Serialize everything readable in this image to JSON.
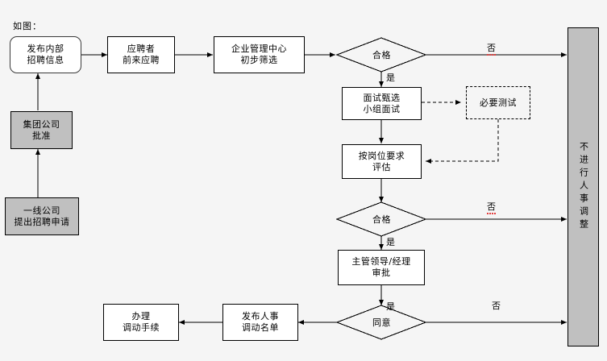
{
  "page": {
    "caption": "如图：",
    "background_color": "#f5f5f5",
    "line_color": "#000000",
    "fill_gray": "#c0c0c0",
    "fill_white": "#ffffff"
  },
  "nodes": {
    "publish_internal": {
      "line1": "发布内部",
      "line2": "招聘信息",
      "shape": "rounded-rectangle",
      "fill": "#ffffff"
    },
    "applicants_apply": {
      "line1": "应聘者",
      "line2": "前来应聘",
      "shape": "rectangle",
      "fill": "#ffffff"
    },
    "center_screening": {
      "line1": "企业管理中心",
      "line2": "初步筛选",
      "shape": "rectangle",
      "fill": "#ffffff"
    },
    "group_approval": {
      "line1": "集团公司",
      "line2": "批准",
      "shape": "rectangle",
      "fill": "#c0c0c0"
    },
    "frontline_request": {
      "line1": "一线公司",
      "line2": "提出招聘申请",
      "shape": "rectangle",
      "fill": "#c0c0c0"
    },
    "interview_panel": {
      "line1": "面试甄选",
      "line2": "小组面试",
      "shape": "rectangle",
      "fill": "#ffffff"
    },
    "necessary_test": {
      "line1": "必要测试",
      "line2": "",
      "shape": "rectangle-dashed",
      "fill": "#f5f5f5"
    },
    "post_evaluation": {
      "line1": "按岗位要求",
      "line2": "评估",
      "shape": "rectangle",
      "fill": "#ffffff"
    },
    "manager_approval": {
      "line1": "主管领导/经理",
      "line2": "审批",
      "shape": "rectangle",
      "fill": "#ffffff"
    },
    "publish_list": {
      "line1": "发布人事",
      "line2": "调动名单",
      "shape": "rectangle",
      "fill": "#ffffff"
    },
    "handle_transfer": {
      "line1": "办理",
      "line2": "调动手续",
      "shape": "rectangle",
      "fill": "#ffffff"
    },
    "no_adjustment": {
      "text": "不进行人事调整",
      "shape": "rectangle-vertical",
      "fill": "#c0c0c0"
    }
  },
  "decisions": {
    "qualified_1": {
      "text": "合格"
    },
    "qualified_2": {
      "text": "合格"
    },
    "agree": {
      "text": "同意"
    }
  },
  "edge_labels": {
    "yes_1": {
      "text": "是"
    },
    "yes_2": {
      "text": "是"
    },
    "yes_3": {
      "text": "是"
    },
    "no_1": {
      "text": "否",
      "spellcheck_underline": true
    },
    "no_2": {
      "text": "否",
      "spellcheck_underline": true
    },
    "no_3": {
      "text": "否",
      "spellcheck_underline": false
    }
  }
}
